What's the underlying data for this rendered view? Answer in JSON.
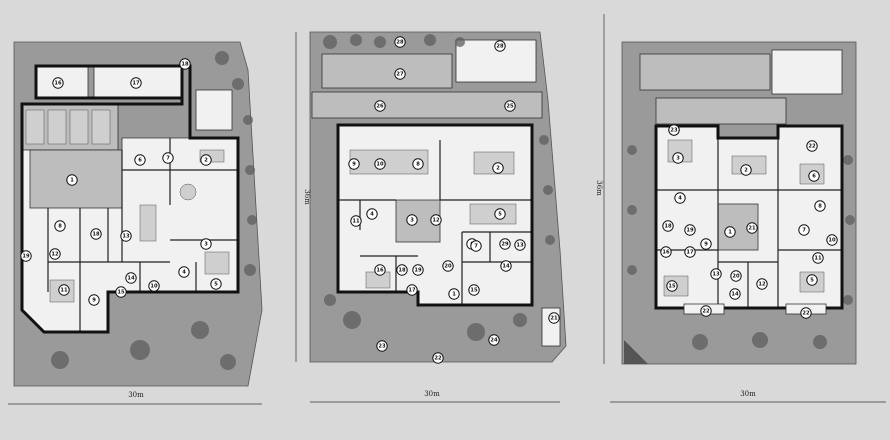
{
  "plans": [
    {
      "id": "ground-floor",
      "dim_bottom": "30m",
      "dim_side": "",
      "labels": [
        "1",
        "2",
        "3",
        "4",
        "5",
        "6",
        "7",
        "8",
        "9",
        "10",
        "11",
        "12",
        "13",
        "14",
        "15",
        "16",
        "17",
        "18",
        "18",
        "19"
      ]
    },
    {
      "id": "first-floor",
      "dim_bottom": "30m",
      "dim_side": "36m",
      "labels": [
        "1",
        "2",
        "3",
        "4",
        "5",
        "6",
        "7",
        "8",
        "9",
        "10",
        "11",
        "12",
        "13",
        "14",
        "15",
        "16",
        "17",
        "18",
        "19",
        "20",
        "21",
        "22",
        "23",
        "24",
        "25",
        "26",
        "27",
        "28",
        "28",
        "29"
      ]
    },
    {
      "id": "second-floor",
      "dim_bottom": "30m",
      "dim_side": "36m",
      "labels": [
        "1",
        "2",
        "3",
        "4",
        "5",
        "6",
        "7",
        "8",
        "9",
        "10",
        "11",
        "12",
        "13",
        "14",
        "15",
        "16",
        "17",
        "18",
        "19",
        "20",
        "21",
        "22",
        "22",
        "22",
        "22",
        "23"
      ]
    }
  ],
  "colors": {
    "background": "#d9d9d9",
    "wall": "#111111",
    "room": "#f1f1f1"
  }
}
